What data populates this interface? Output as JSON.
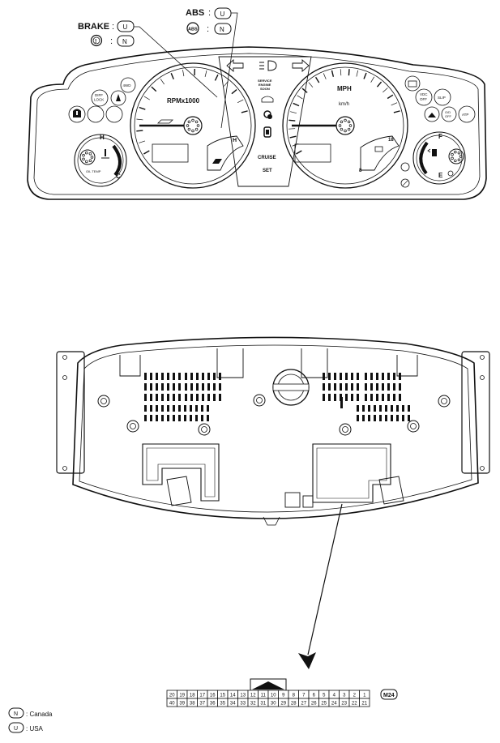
{
  "callouts": {
    "brake_label": "BRAKE",
    "brake_code": "U",
    "brake_warn_code": "N",
    "brake_warn_icon": "(!)",
    "abs_label": "ABS",
    "abs_code": "U",
    "abs_icon_text": "ABS",
    "abs_alt_code": "N",
    "separator": ":"
  },
  "cluster": {
    "tach_label": "RPMx1000",
    "speed_label": "MPH",
    "speed_sub": "km/h",
    "service_text": [
      "SERVICE",
      "ENGINE",
      "SOON"
    ],
    "cruise_label": "CRUISE",
    "set_label": "SET",
    "temp_hot": "H",
    "temp_cold": "C",
    "fuel_full": "F",
    "fuel_empty": "E",
    "temp_sub": "OIL TEMP",
    "tach_hot": "H",
    "speed_18": "18",
    "speed_8": "8",
    "btn_4wd": "4WD",
    "btn_difflock": [
      "DIFF",
      "LOCK"
    ],
    "btn_vdc": [
      "VDC",
      "OFF"
    ],
    "btn_slip": "SLIP",
    "btn_odtrip": [
      "O/D",
      "OFF"
    ],
    "btn_atp": "ATP"
  },
  "connector": {
    "id": "M24",
    "top_row": [
      "20",
      "19",
      "18",
      "17",
      "16",
      "15",
      "14",
      "13",
      "12",
      "11",
      "10",
      "9",
      "8",
      "7",
      "6",
      "5",
      "4",
      "3",
      "2",
      "1"
    ],
    "bottom_row": [
      "40",
      "39",
      "38",
      "37",
      "36",
      "35",
      "34",
      "33",
      "32",
      "31",
      "30",
      "29",
      "28",
      "27",
      "26",
      "25",
      "24",
      "23",
      "22",
      "21"
    ]
  },
  "legend": [
    {
      "code": "N",
      "text": ": Canada"
    },
    {
      "code": "U",
      "text": ": USA"
    }
  ]
}
